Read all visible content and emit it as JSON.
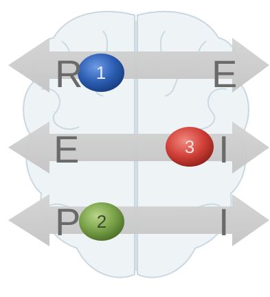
{
  "rows": [
    {
      "left_letter": "R",
      "right_letter": "E",
      "marker": {
        "number": "1",
        "color": "#2d5fb3"
      }
    },
    {
      "left_letter": "E",
      "right_letter": "I",
      "marker": {
        "number": "3",
        "color": "#d2423a"
      }
    },
    {
      "left_letter": "P",
      "right_letter": "I",
      "marker": {
        "number": "2",
        "color": "#7aa249"
      }
    }
  ]
}
